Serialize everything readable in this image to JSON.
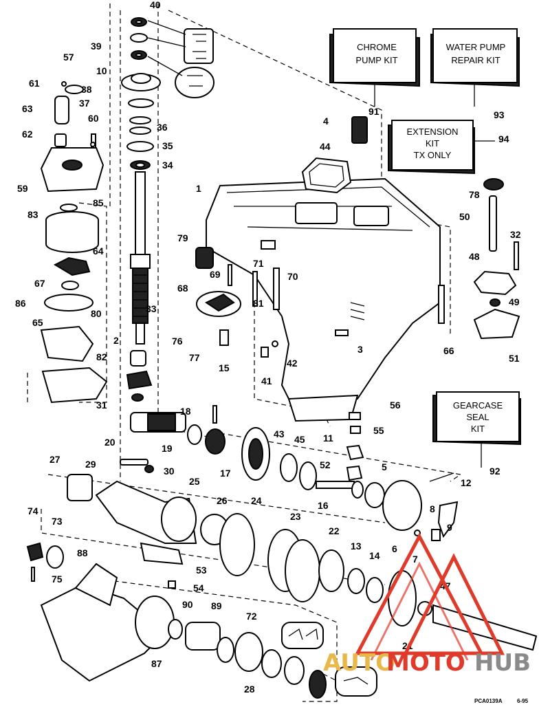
{
  "kits": {
    "chrome_line1": "CHROME",
    "chrome_line2": "PUMP KIT",
    "water_line1": "WATER PUMP",
    "water_line2": "REPAIR KIT",
    "ext_line1": "EXTENSION",
    "ext_line2": "KIT",
    "ext_line3": "TX ONLY",
    "seal_line1": "GEARCASE",
    "seal_line2": "SEAL",
    "seal_line3": "KIT"
  },
  "callouts": [
    "40",
    "39",
    "10",
    "38",
    "37",
    "36",
    "35",
    "34",
    "57",
    "61",
    "63",
    "62",
    "60",
    "59",
    "83",
    "85",
    "64",
    "67",
    "86",
    "65",
    "80",
    "82",
    "33",
    "2",
    "15",
    "31",
    "18",
    "20",
    "19",
    "17",
    "1",
    "4",
    "44",
    "91",
    "93",
    "94",
    "78",
    "50",
    "32",
    "48",
    "79",
    "69",
    "68",
    "71",
    "70",
    "81",
    "76",
    "77",
    "49",
    "66",
    "51",
    "3",
    "42",
    "41",
    "56",
    "55",
    "92",
    "43",
    "45",
    "11",
    "52",
    "5",
    "12",
    "16",
    "8",
    "9",
    "6",
    "7",
    "27",
    "29",
    "30",
    "25",
    "26",
    "24",
    "23",
    "22",
    "13",
    "14",
    "74",
    "73",
    "75",
    "88",
    "53",
    "54",
    "90",
    "89",
    "72",
    "28",
    "87",
    "47",
    "21"
  ],
  "footer": {
    "code": "PCA0139A",
    "date": "6-95"
  },
  "watermark": {
    "part1": "AUTO",
    "part2": "MOTO",
    "part3": "HUB"
  },
  "colors": {
    "watermark_red": "#e03a2b",
    "watermark_gold": "#e8b84a",
    "watermark_gray": "#8a8a8a"
  }
}
